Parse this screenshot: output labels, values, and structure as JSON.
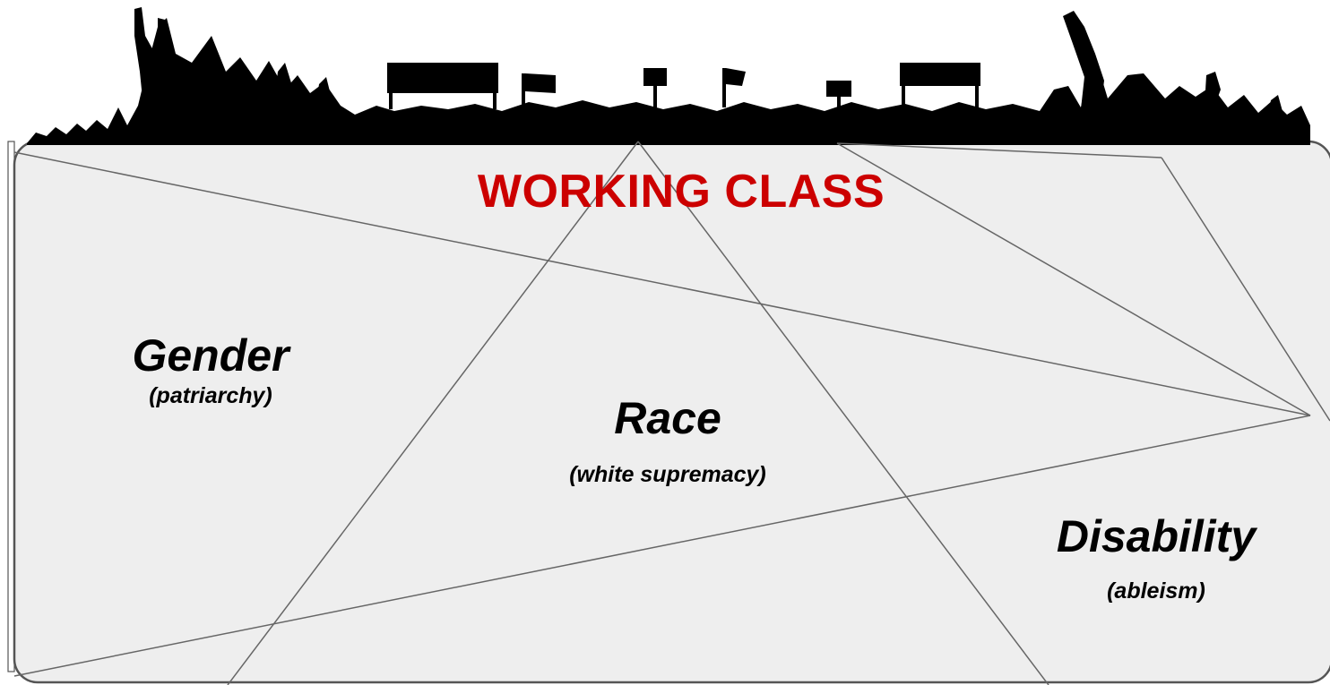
{
  "title": "WORKING CLASS",
  "title_color": "#cc0000",
  "panel_color": "#eeeeee",
  "line_color": "#666666",
  "banner": "crowd-silhouette",
  "categories": [
    {
      "label": "Gender",
      "sublabel": "(patriarchy)"
    },
    {
      "label": "Race",
      "sublabel": "(white supremacy)"
    },
    {
      "label": "Disability",
      "sublabel": "(ableism)"
    }
  ]
}
